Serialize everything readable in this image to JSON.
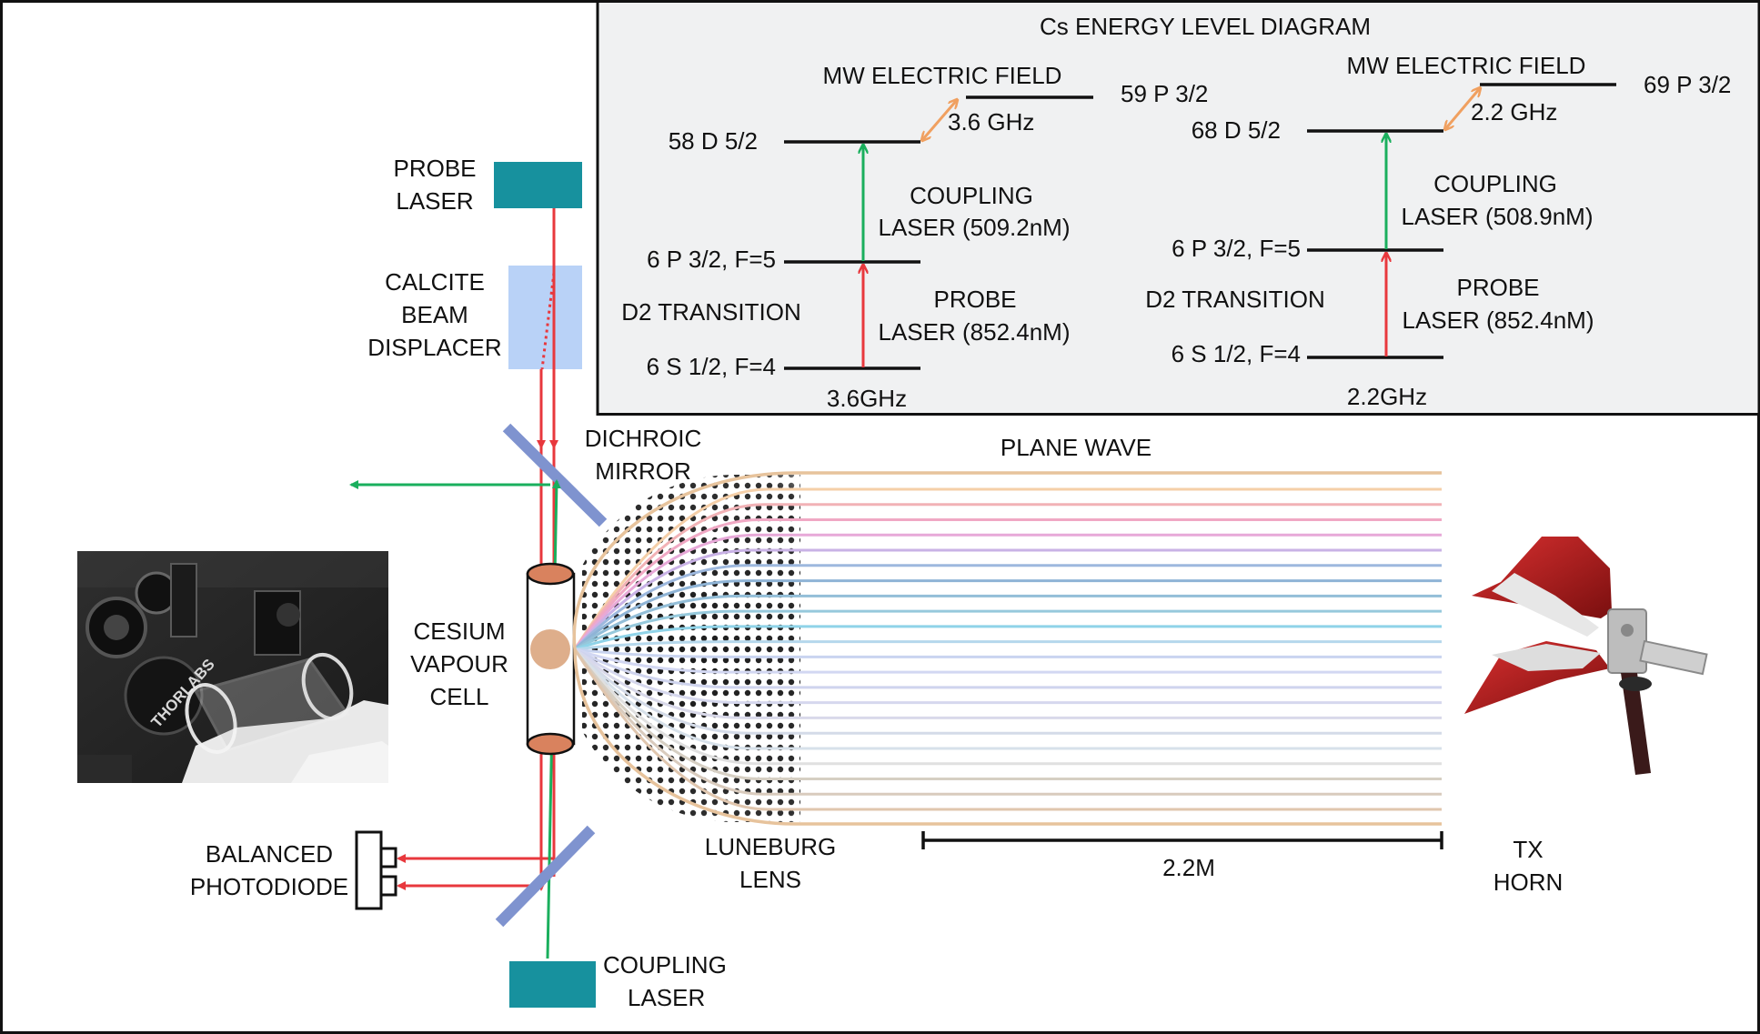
{
  "panel": {
    "title": "Cs ENERGY LEVEL DIAGRAM",
    "left": {
      "mw_label": "MW ELECTRIC FIELD",
      "upper_level": "59 P 3/2",
      "rydberg_level": "58 D 5/2",
      "mw_freq": "3.6 GHz",
      "coupling_label_1": "COUPLING",
      "coupling_label_2": "LASER (509.2nM)",
      "intermediate_level": "6 P 3/2, F=5",
      "d2_label": "D2 TRANSITION",
      "probe_label_1": "PROBE",
      "probe_label_2": "LASER (852.4nM)",
      "ground_level": "6 S 1/2, F=4",
      "bottom_freq": "3.6GHz"
    },
    "right": {
      "mw_label": "MW ELECTRIC FIELD",
      "upper_level": "69 P 3/2",
      "rydberg_level": "68 D 5/2",
      "mw_freq": "2.2 GHz",
      "coupling_label_1": "COUPLING",
      "coupling_label_2": "LASER (508.9nM)",
      "intermediate_level": "6 P 3/2, F=5",
      "d2_label": "D2 TRANSITION",
      "probe_label_1": "PROBE",
      "probe_label_2": "LASER (852.4nM)",
      "ground_level": "6 S 1/2, F=4",
      "bottom_freq": "2.2GHz"
    }
  },
  "setup": {
    "probe_laser": [
      "PROBE",
      "LASER"
    ],
    "calcite": [
      "CALCITE",
      "BEAM",
      "DISPLACER"
    ],
    "dichroic": [
      "DICHROIC",
      "MIRROR"
    ],
    "cell": [
      "CESIUM",
      "VAPOUR",
      "CELL"
    ],
    "photodiode": [
      "BALANCED",
      "PHOTODIODE"
    ],
    "coupling_laser": [
      "COUPLING",
      "LASER"
    ],
    "plane_wave": "PLANE WAVE",
    "lens": [
      "LUNEBURG",
      "LENS"
    ],
    "distance": "2.2M",
    "horn": [
      "TX",
      "HORN"
    ],
    "photo_brand": "THORLABS"
  },
  "colors": {
    "probe_red": "#e8383d",
    "coupling_green": "#1aaf5d",
    "mw_orange": "#f0a060",
    "laser_teal": "#17919e",
    "calcite_blue": "#b9d2f7",
    "mirror_blue": "#7f93cf",
    "panel_bg": "#f0f1f2",
    "lens_outline": "#e7c39c"
  }
}
